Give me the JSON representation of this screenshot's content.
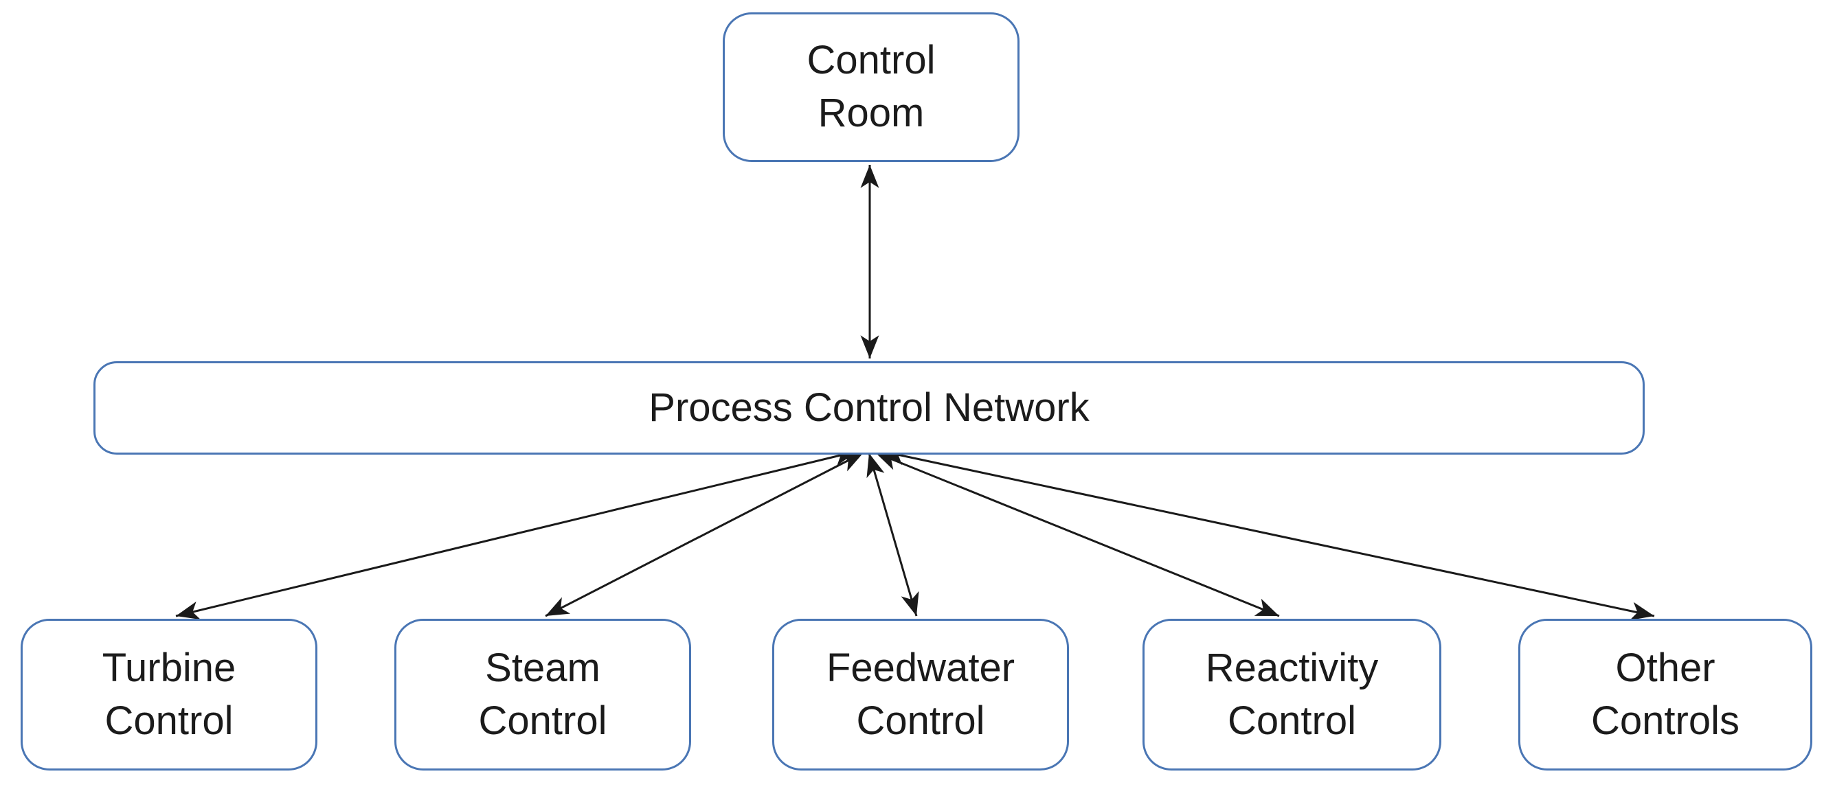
{
  "nodes": {
    "control_room": {
      "line1": "Control",
      "line2": "Room"
    },
    "process_control_network": {
      "label": "Process Control Network"
    },
    "turbine_control": {
      "line1": "Turbine",
      "line2": "Control"
    },
    "steam_control": {
      "line1": "Steam",
      "line2": "Control"
    },
    "feedwater_control": {
      "line1": "Feedwater",
      "line2": "Control"
    },
    "reactivity_control": {
      "line1": "Reactivity",
      "line2": "Control"
    },
    "other_controls": {
      "line1": "Other",
      "line2": "Controls"
    }
  },
  "edges": [
    {
      "from": "Control Room",
      "to": "Process Control Network",
      "style": "double-headed-arrow"
    },
    {
      "from": "Process Control Network",
      "to": "Turbine Control",
      "style": "double-headed-arrow"
    },
    {
      "from": "Process Control Network",
      "to": "Steam Control",
      "style": "double-headed-arrow"
    },
    {
      "from": "Process Control Network",
      "to": "Feedwater Control",
      "style": "double-headed-arrow"
    },
    {
      "from": "Process Control Network",
      "to": "Reactivity Control",
      "style": "double-headed-arrow"
    },
    {
      "from": "Process Control Network",
      "to": "Other Controls",
      "style": "double-headed-arrow"
    }
  ],
  "colors": {
    "box_border": "#4a76b4",
    "box_fill": "#ffffff",
    "connector": "#1a1a1a",
    "text": "#1b1b1b",
    "background": "#ffffff"
  }
}
